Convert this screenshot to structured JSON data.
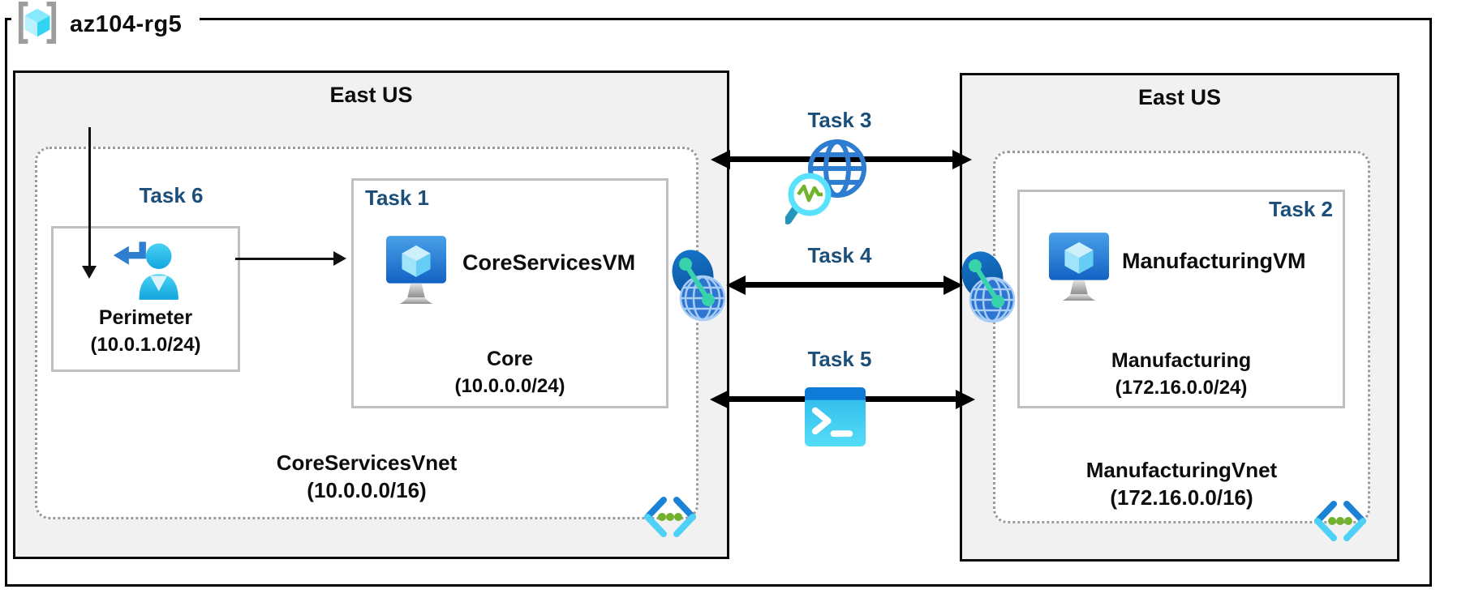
{
  "resource_group": {
    "label": "az104-rg5"
  },
  "regions": {
    "left": {
      "title": "East US",
      "task6_label": "Task 6",
      "perimeter_subnet": {
        "name": "Perimeter",
        "cidr": "(10.0.1.0/24)"
      },
      "task1": {
        "label": "Task 1",
        "vm_name": "CoreServicesVM",
        "subnet_name": "Core",
        "subnet_cidr": "(10.0.0.0/24)"
      },
      "vnet": {
        "name": "CoreServicesVnet",
        "cidr": "(10.0.0.0/16)"
      }
    },
    "right": {
      "title": "East US",
      "task2": {
        "label": "Task 2",
        "vm_name": "ManufacturingVM",
        "subnet_name": "Manufacturing",
        "subnet_cidr": "(172.16.0.0/24)"
      },
      "vnet": {
        "name": "ManufacturingVnet",
        "cidr": "(172.16.0.0/16)"
      }
    }
  },
  "connections": [
    {
      "label": "Task 3",
      "icon": "network-watcher-icon"
    },
    {
      "label": "Task 4",
      "icon": "vnet-peering-icon"
    },
    {
      "label": "Task 5",
      "icon": "powershell-icon"
    }
  ],
  "icons": {
    "resource_group": "resource-group-icon",
    "internet": "internet-globe-icon",
    "perimeter": "user-return-icon",
    "vm": "virtual-machine-icon",
    "peering": "vnet-peering-icon",
    "subnet": "subnet-icon"
  },
  "colors": {
    "task_label_navy": "#1b4e79",
    "region_fill": "#f1f1f1",
    "border_black": "#000000",
    "box_border_gray": "#bfbfbf",
    "vnet_dotted_gray": "#9a9a9a",
    "azure_blue": "#1f6fd0",
    "cyan_accent": "#50e6ff",
    "powershell_header_blue": "#0d7bd7",
    "powershell_body_cyan": "#2bb7ea",
    "green_dots": "#71b12b",
    "teal_link": "#38d3ab"
  }
}
